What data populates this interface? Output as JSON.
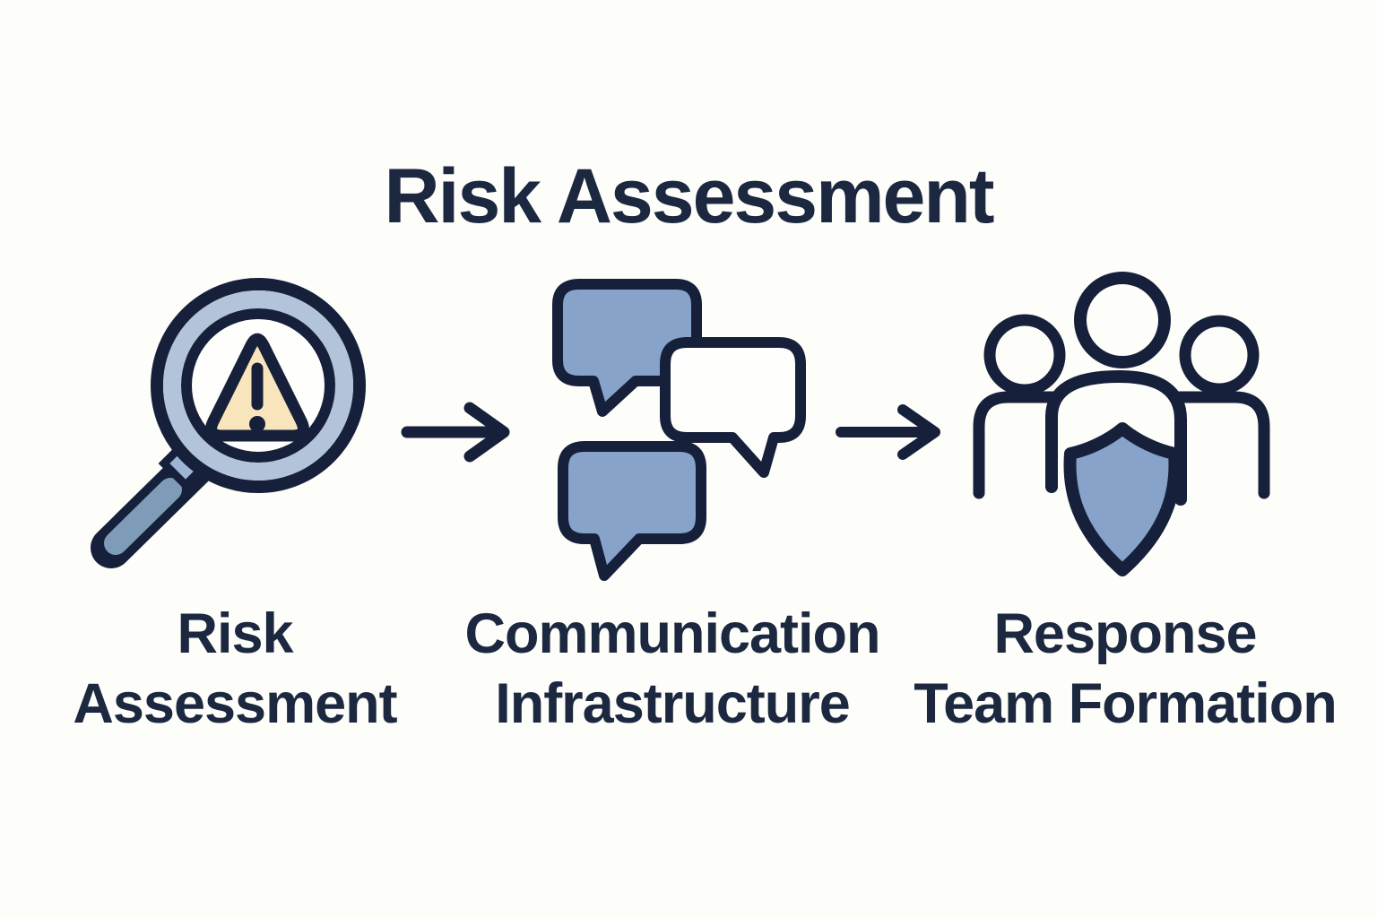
{
  "title": "Risk Assessment",
  "colors": {
    "background": "#fdfdfa",
    "ink": "#16203a",
    "text": "#1c2840",
    "blue_fill": "#87a3c9",
    "ring_blue": "#b2c3da",
    "handle_blue": "#7e9cb8",
    "connector_blue": "#9db5d3",
    "cream": "#f8e5bc",
    "bubble_white": "#fefefc"
  },
  "steps": [
    {
      "id": "risk-assessment",
      "icon": "magnifier-warning-icon",
      "label_line1": "Risk",
      "label_line2": "Assessment"
    },
    {
      "id": "communication-infrastructure",
      "icon": "chat-bubbles-icon",
      "label_line1": "Communication",
      "label_line2": "Infrastructure"
    },
    {
      "id": "response-team-formation",
      "icon": "team-shield-icon",
      "label_line1": "Response",
      "label_line2": "Team Formation"
    }
  ],
  "arrows": [
    {
      "id": "arrow-1",
      "icon": "arrow-right-icon"
    },
    {
      "id": "arrow-2",
      "icon": "arrow-right-icon"
    }
  ]
}
